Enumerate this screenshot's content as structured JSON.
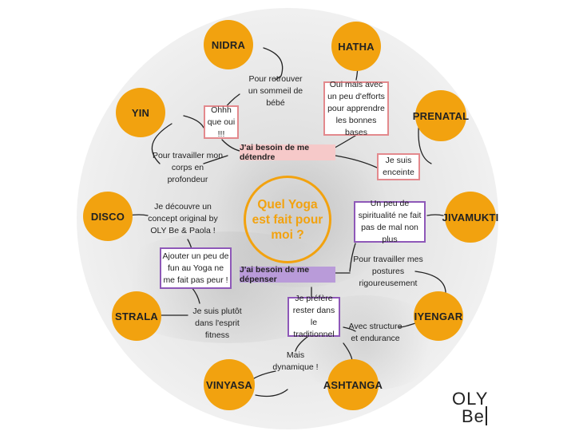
{
  "center": {
    "text": "Quel Yoga est fait pour moi ?"
  },
  "nodes": {
    "nidra": "NIDRA",
    "hatha": "HATHA",
    "yin": "YIN",
    "prenatal": "PRENATAL",
    "disco": "DISCO",
    "jivamukti": "JIVAMUKTI",
    "strala": "STRALA",
    "iyengar": "IYENGAR",
    "vinyasa": "VINYASA",
    "ashtanga": "ASHTANGA"
  },
  "banners": {
    "relax": "J'ai besoin de me détendre",
    "spend": "J'ai besoin de me dépenser"
  },
  "labels": {
    "sleep": "Pour retrouver un sommeil de bébé",
    "effort": "Oui mais avec un peu d'efforts pour apprendre les bonnes bases",
    "ohhh": "Ohhh que oui !!!",
    "pregnant": "Je suis enceinte",
    "deep": "Pour travailler mon corps en profondeur",
    "concept": "Je découvre un concept original by OLY Be & Paola !",
    "spirit": "Un peu de spiritualité ne fait pas de mal non plus",
    "fun": "Ajouter un peu de fun au Yoga ne me fait pas peur !",
    "postures": "Pour travailler mes postures rigoureusement",
    "fitness": "Je suis plutôt dans l'esprit fitness",
    "traditional": "Je préfère rester dans le traditionnel",
    "structure": "Avec structure et endurance",
    "dynamic": "Mais dynamique !"
  },
  "logo": {
    "line1": "OLY",
    "line2": "Be"
  },
  "colors": {
    "node": "#f2a20f",
    "red_border": "#e3898d",
    "purple_border": "#8e58b8",
    "pink_banner": "#f6c9c9",
    "violet_banner": "#b99bd9"
  }
}
